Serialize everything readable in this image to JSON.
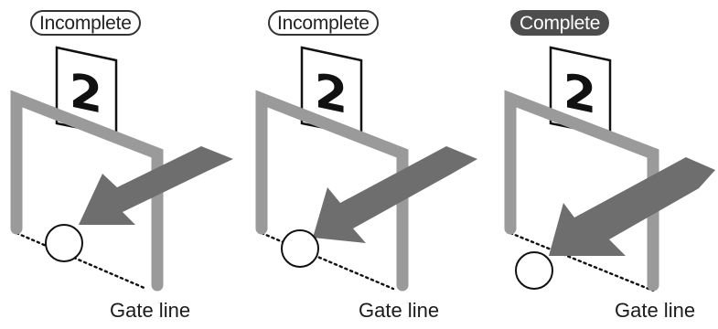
{
  "panels": [
    {
      "status": "Incomplete",
      "gate_number": "2",
      "caption": "Gate line",
      "state": "incomplete"
    },
    {
      "status": "Incomplete",
      "gate_number": "2",
      "caption": "Gate line",
      "state": "incomplete"
    },
    {
      "status": "Complete",
      "gate_number": "2",
      "caption": "Gate line",
      "state": "complete"
    }
  ],
  "colors": {
    "gate_frame": "#9a9a9a",
    "arrow": "#6e6e6e",
    "badge_complete_fill": "#4d4d4d",
    "outline": "#111111"
  }
}
